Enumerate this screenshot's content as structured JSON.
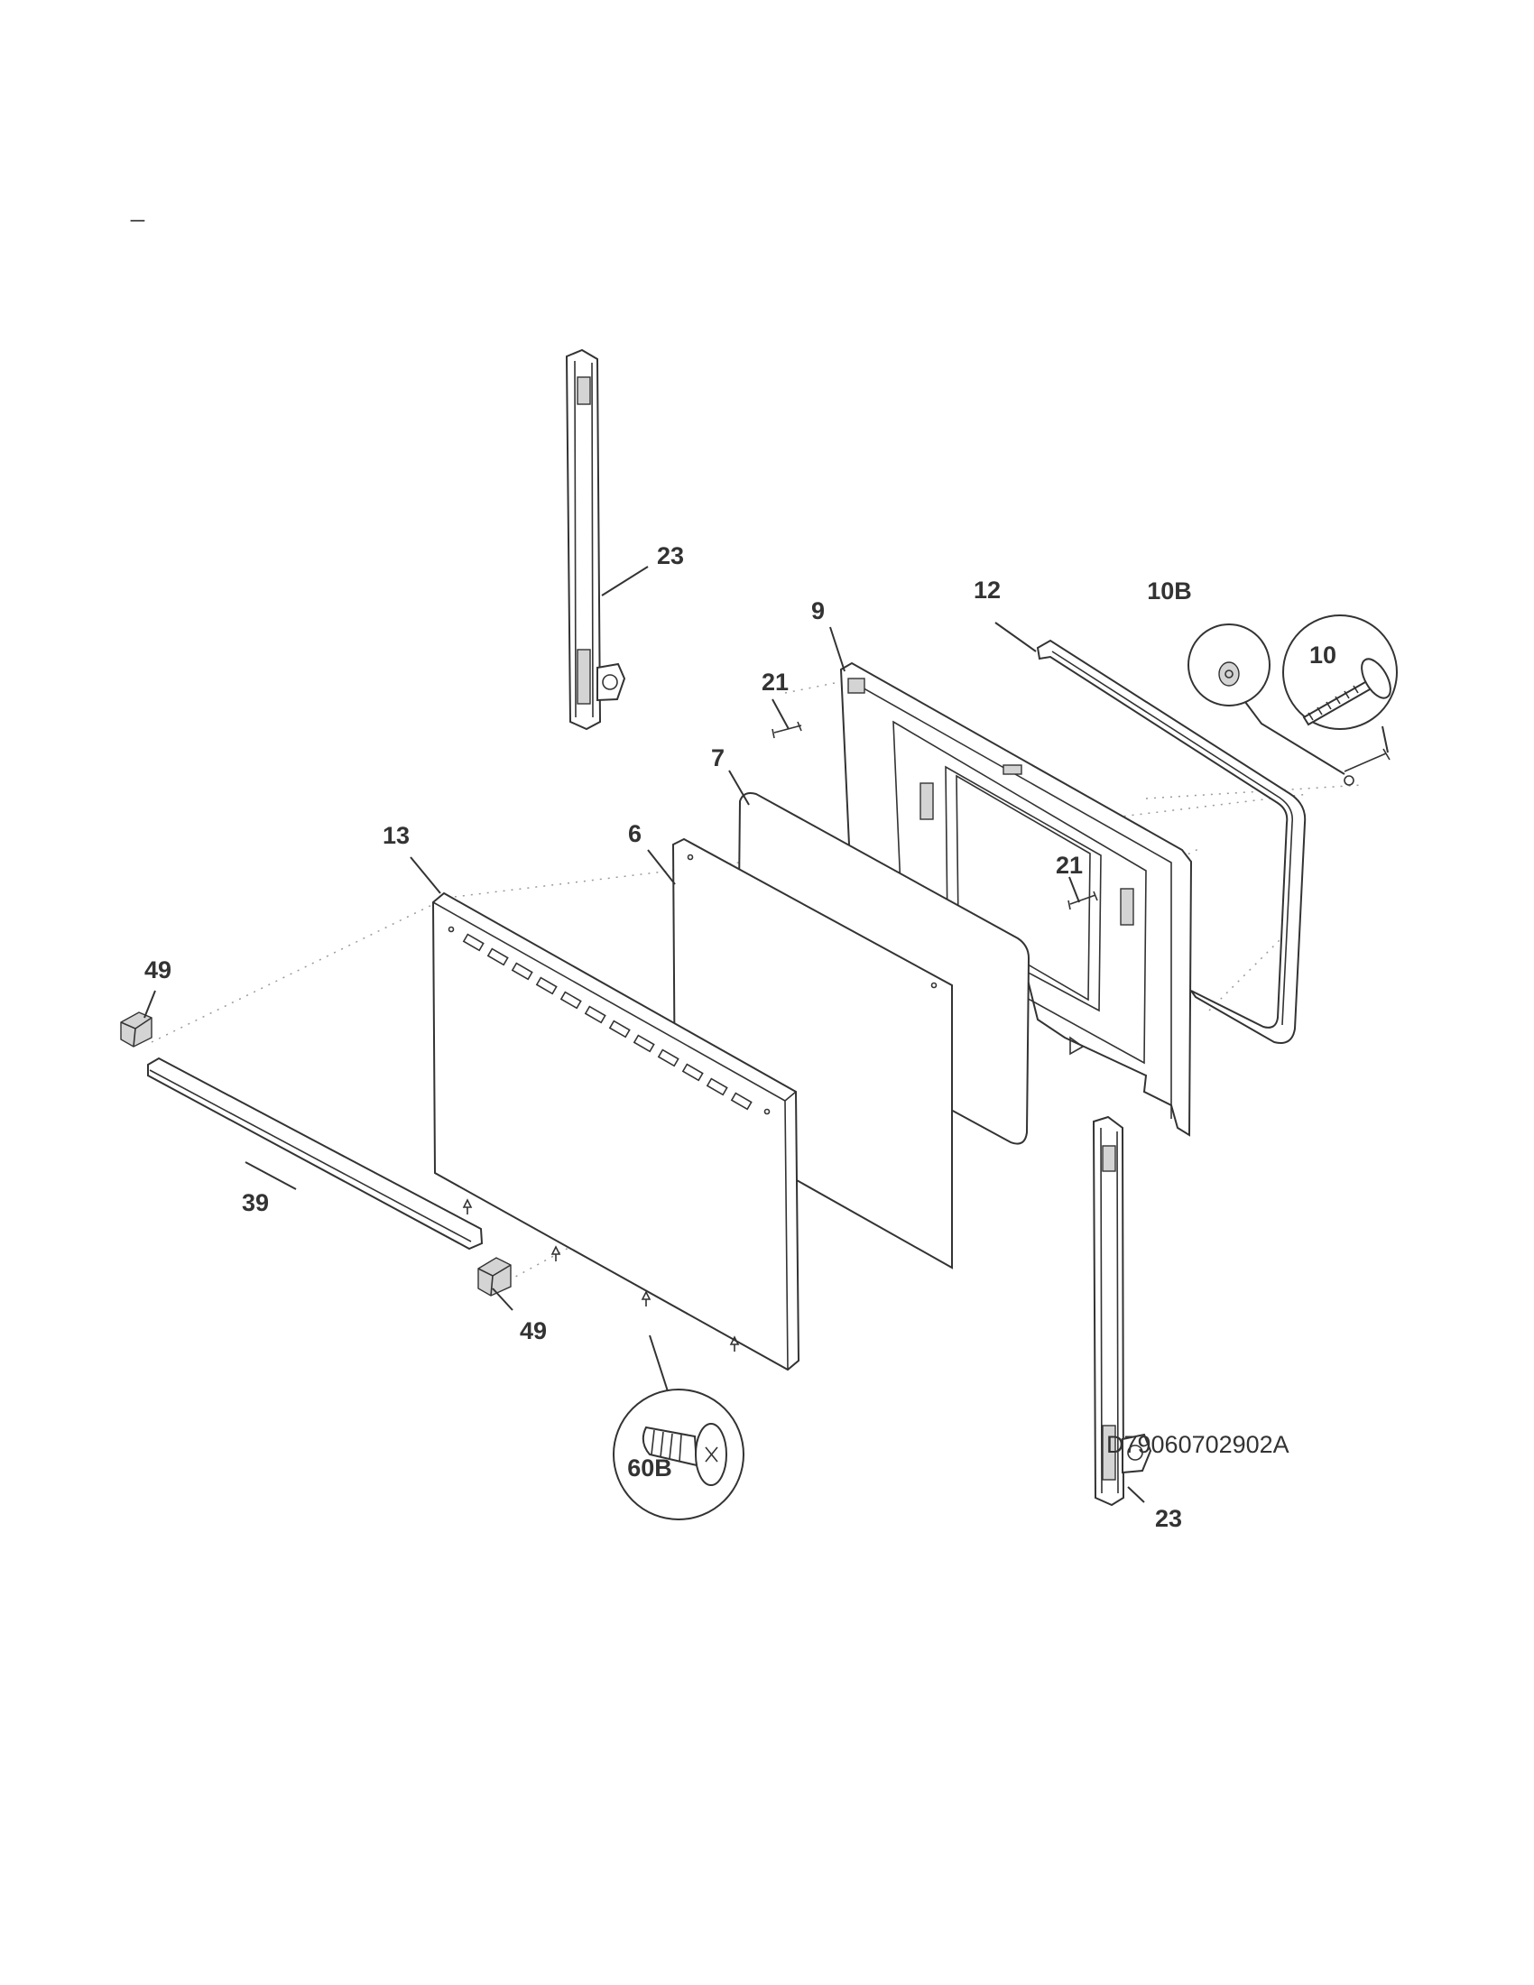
{
  "page_mark": "_",
  "drawing_code": "D79060702902A",
  "callouts": {
    "hinge_top": "23",
    "hinge_bottom": "23",
    "liner": "9",
    "gasket": "12",
    "washer": "10B",
    "screw_bolt": "10",
    "pin_top": "21",
    "pin_mid": "21",
    "insulation": "7",
    "inner_glass": "6",
    "outer_panel": "13",
    "trim_end_left": "49",
    "trim_end_bottom": "49",
    "trim": "39",
    "panel_screw": "60B"
  }
}
